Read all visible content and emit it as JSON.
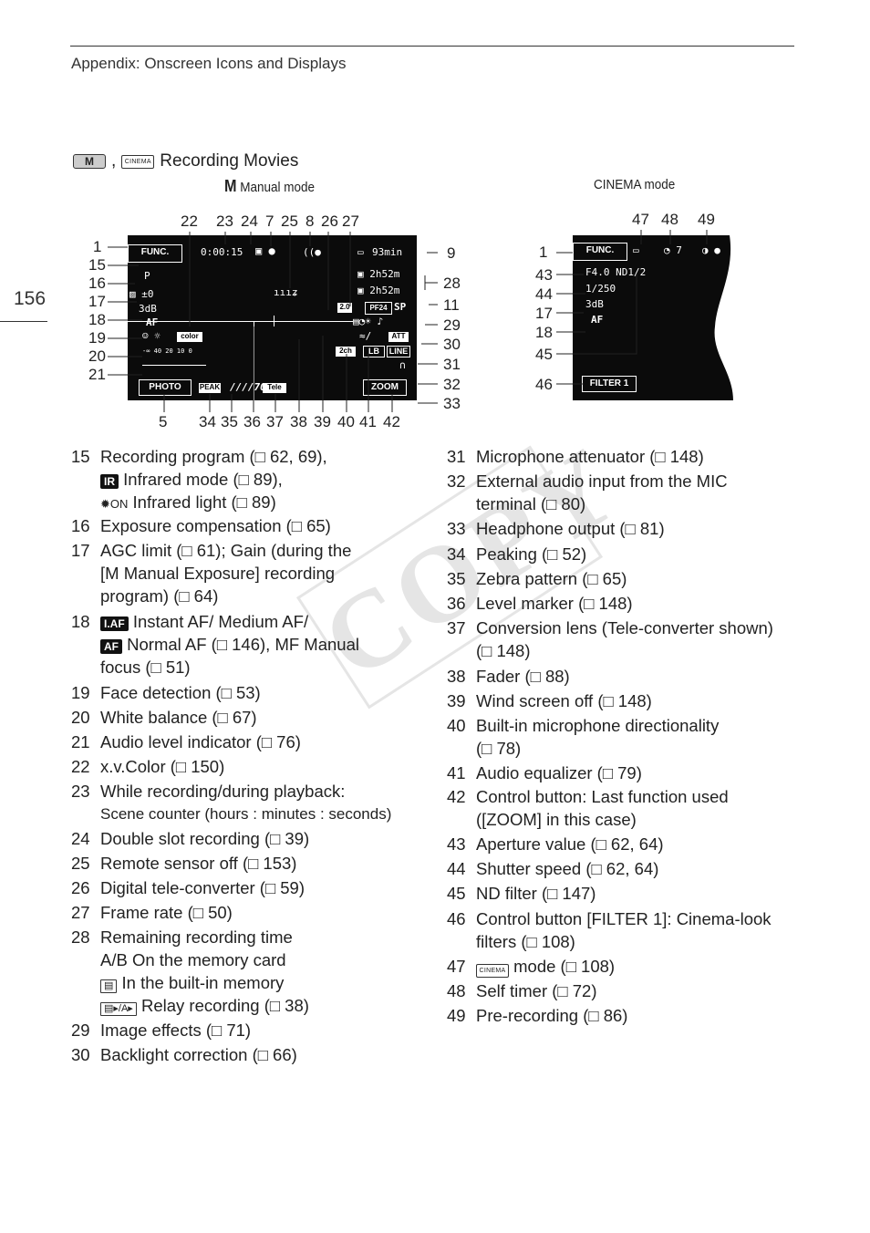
{
  "header": {
    "running_head": "Appendix: Onscreen Icons and Displays",
    "page_number": "156"
  },
  "section": {
    "badge_m": "M",
    "badge_cinema": "CINEMA",
    "separator": ",",
    "title": "Recording Movies"
  },
  "captions": {
    "manual_mark": "M",
    "manual_text": "Manual mode",
    "cinema": "CINEMA mode"
  },
  "screen1": {
    "func": "FUNC.",
    "counter": "0:00:15",
    "rem_time": "93min",
    "slot_a": "2h52m",
    "slot_b": "2h52m",
    "pf24": "PF24",
    "sp": "SP",
    "program": "P",
    "exposure": "±0",
    "gain": "3dB",
    "af": "AF",
    "color": "color",
    "att": "ATT",
    "lb": "LB",
    "line": "LINE",
    "photo": "PHOTO",
    "peak": "PEAK",
    "tele": "Tele",
    "zoom": "ZOOM",
    "level": "-∞ 40  20    10    0"
  },
  "screen2": {
    "func": "FUNC.",
    "aperture": "F4.0 ND1/2",
    "shutter": "1/250",
    "gain": "3dB",
    "af": "AF",
    "filter": "FILTER 1",
    "timer": "7"
  },
  "callouts1": {
    "top": [
      "22",
      "23",
      "24",
      "7",
      "25",
      "8",
      "26",
      "27"
    ],
    "left": [
      "1",
      "15",
      "16",
      "17",
      "18",
      "19",
      "20",
      "21"
    ],
    "right": [
      "9",
      "28",
      "11",
      "29",
      "30",
      "31",
      "32",
      "33"
    ],
    "bottom": [
      "5",
      "34",
      "35",
      "36",
      "37",
      "38",
      "39",
      "40",
      "41",
      "42"
    ]
  },
  "callouts2": {
    "top": [
      "47",
      "48",
      "49"
    ],
    "left": [
      "1",
      "43",
      "44",
      "17",
      "18",
      "45",
      "46"
    ]
  },
  "legend_left": [
    {
      "n": "15",
      "t": "Recording program (□ 62, 69),"
    },
    {
      "n": "",
      "t": "Infrared mode (□ 89),"
    },
    {
      "n": "",
      "t": "Infrared light (□ 89)"
    },
    {
      "n": "16",
      "t": "Exposure compensation (□ 65)"
    },
    {
      "n": "17",
      "t": "AGC limit (□ 61); Gain (during the"
    },
    {
      "n": "",
      "t": "[M Manual Exposure] recording"
    },
    {
      "n": "",
      "t": "program) (□ 64)"
    },
    {
      "n": "18",
      "t": "Instant AF/ Medium AF/"
    },
    {
      "n": "",
      "t": "Normal AF (□ 146), MF Manual"
    },
    {
      "n": "",
      "t": "focus (□ 51)"
    },
    {
      "n": "19",
      "t": "Face detection (□ 53)"
    },
    {
      "n": "20",
      "t": "White balance (□ 67)"
    },
    {
      "n": "21",
      "t": "Audio level indicator (□ 76)"
    },
    {
      "n": "22",
      "t": "x.v.Color (□ 150)"
    },
    {
      "n": "23",
      "t": "While recording/during playback:"
    },
    {
      "n": "",
      "t": "Scene counter (hours : minutes : seconds)"
    },
    {
      "n": "24",
      "t": "Double slot recording (□ 39)"
    },
    {
      "n": "25",
      "t": "Remote sensor off (□ 153)"
    },
    {
      "n": "26",
      "t": "Digital tele-converter (□ 59)"
    },
    {
      "n": "27",
      "t": "Frame rate (□ 50)"
    },
    {
      "n": "28",
      "t": "Remaining recording time"
    },
    {
      "n": "",
      "t": "A/B On the memory card"
    },
    {
      "n": "",
      "t": "In the built-in memory"
    },
    {
      "n": "",
      "t": "Relay recording (□ 38)"
    },
    {
      "n": "29",
      "t": "Image effects (□ 71)"
    },
    {
      "n": "30",
      "t": "Backlight correction (□ 66)"
    }
  ],
  "legend_right": [
    {
      "n": "31",
      "t": "Microphone attenuator (□ 148)"
    },
    {
      "n": "32",
      "t": "External audio input from the MIC"
    },
    {
      "n": "",
      "t": "terminal (□ 80)"
    },
    {
      "n": "33",
      "t": "Headphone output (□ 81)"
    },
    {
      "n": "34",
      "t": "Peaking (□ 52)"
    },
    {
      "n": "35",
      "t": "Zebra pattern (□ 65)"
    },
    {
      "n": "36",
      "t": "Level marker (□ 148)"
    },
    {
      "n": "37",
      "t": "Conversion lens (Tele-converter shown)"
    },
    {
      "n": "",
      "t": "(□ 148)"
    },
    {
      "n": "38",
      "t": "Fader (□ 88)"
    },
    {
      "n": "39",
      "t": "Wind screen off (□ 148)"
    },
    {
      "n": "40",
      "t": "Built-in microphone directionality"
    },
    {
      "n": "",
      "t": "(□ 78)"
    },
    {
      "n": "41",
      "t": "Audio equalizer (□ 79)"
    },
    {
      "n": "42",
      "t": "Control button: Last function used"
    },
    {
      "n": "",
      "t": "([ZOOM] in this case)"
    },
    {
      "n": "43",
      "t": "Aperture value (□ 62, 64)"
    },
    {
      "n": "44",
      "t": "Shutter speed (□ 62, 64)"
    },
    {
      "n": "45",
      "t": "ND filter (□ 147)"
    },
    {
      "n": "46",
      "t": "Control button [FILTER 1]: Cinema-look"
    },
    {
      "n": "",
      "t": "filters (□ 108)"
    },
    {
      "n": "47",
      "t": "mode (□ 108)"
    },
    {
      "n": "48",
      "t": "Self timer (□ 72)"
    },
    {
      "n": "49",
      "t": "Pre-recording (□ 86)"
    }
  ],
  "watermark": "COPY"
}
